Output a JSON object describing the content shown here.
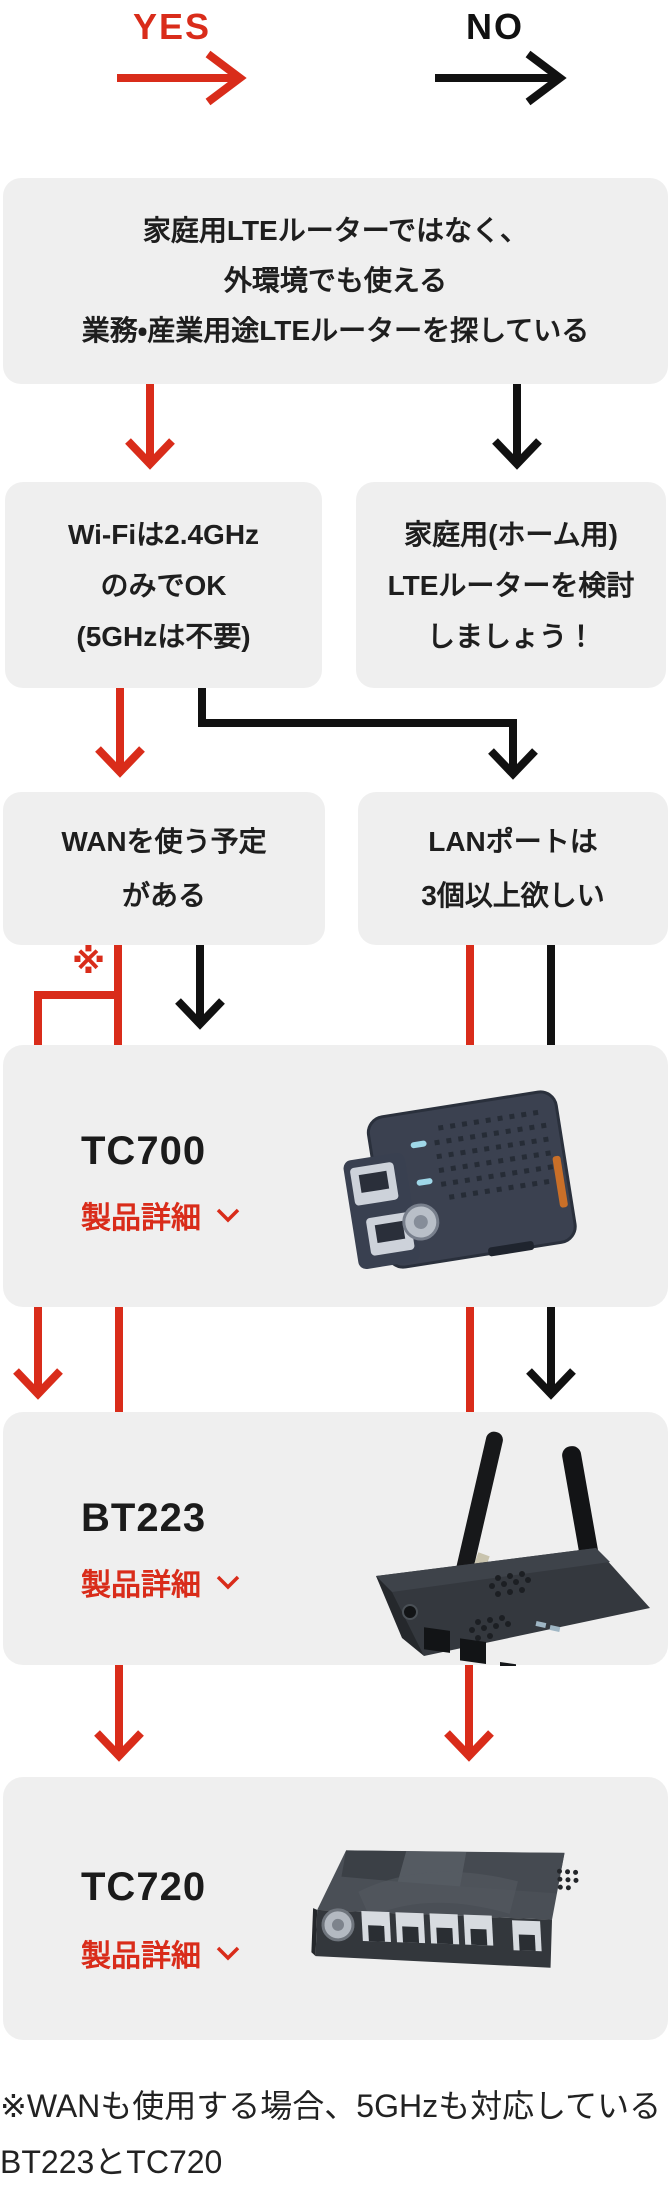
{
  "legend": {
    "yes": "YES",
    "no": "NO"
  },
  "flow": {
    "q1": {
      "lines": [
        "家庭用LTEルーターではなく、",
        "外環境でも使える",
        "業務・産業用途LTEルーターを探している"
      ]
    },
    "q2": {
      "lines": [
        "Wi-Fiは2.4GHz",
        "のみでOK",
        "(5GHzは不要)"
      ]
    },
    "home": {
      "lines": [
        "家庭用(ホーム用)",
        "LTEルーターを検討",
        "しましょう！"
      ]
    },
    "q3": {
      "lines": [
        "WANを使う予定",
        "がある"
      ]
    },
    "q4": {
      "lines": [
        "LANポートは",
        "3個以上欲しい"
      ]
    },
    "note_mark": "※"
  },
  "products": [
    {
      "id": "tc700",
      "name": "TC700",
      "link_label": "製品詳細"
    },
    {
      "id": "bt223",
      "name": "BT223",
      "link_label": "製品詳細"
    },
    {
      "id": "tc720",
      "name": "TC720",
      "link_label": "製品詳細"
    }
  ],
  "footnote": {
    "lines": [
      "※WANも使用する場合、5GHzも対応している",
      "BT223とTC720"
    ]
  },
  "colors": {
    "yes_red": "#d92c1a",
    "no_black": "#111111",
    "box_gray": "#efefef"
  }
}
